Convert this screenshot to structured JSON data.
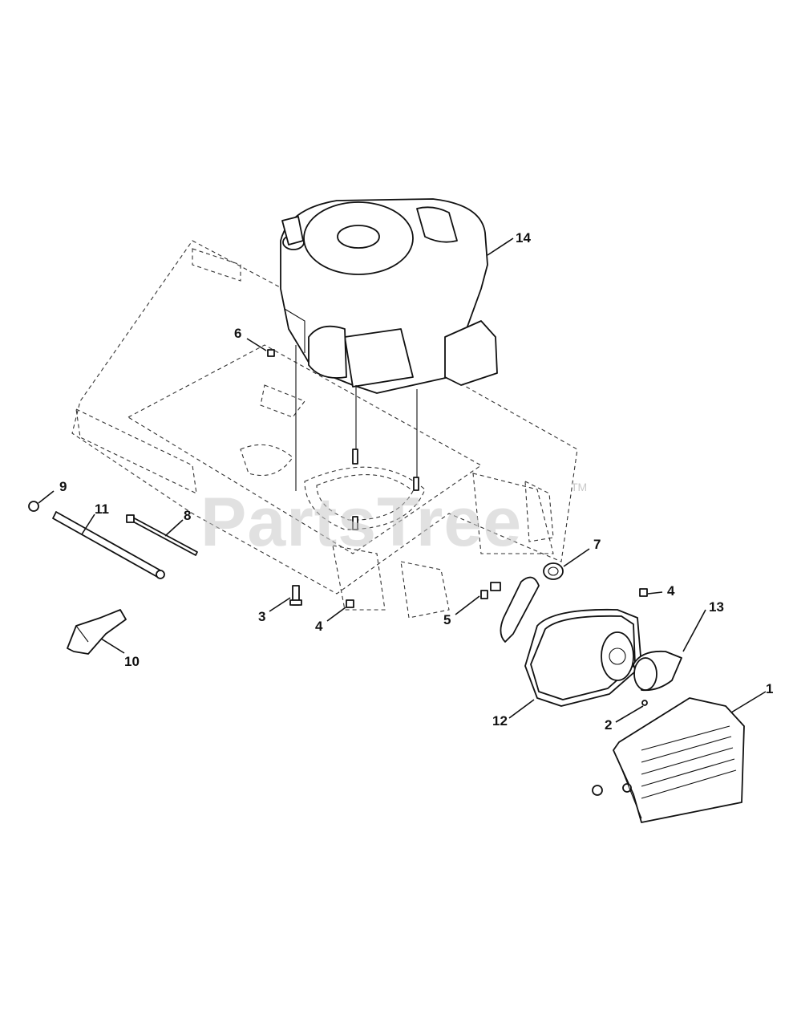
{
  "watermark": {
    "brand": "PartsTree",
    "trademark": "TM"
  },
  "callouts": [
    {
      "id": "1",
      "label": "1"
    },
    {
      "id": "2",
      "label": "2"
    },
    {
      "id": "3",
      "label": "3"
    },
    {
      "id": "4a",
      "label": "4"
    },
    {
      "id": "4b",
      "label": "4"
    },
    {
      "id": "5",
      "label": "5"
    },
    {
      "id": "6",
      "label": "6"
    },
    {
      "id": "7",
      "label": "7"
    },
    {
      "id": "8",
      "label": "8"
    },
    {
      "id": "9",
      "label": "9"
    },
    {
      "id": "10",
      "label": "10"
    },
    {
      "id": "11",
      "label": "11"
    },
    {
      "id": "12",
      "label": "12"
    },
    {
      "id": "13",
      "label": "13"
    },
    {
      "id": "14",
      "label": "14"
    }
  ]
}
